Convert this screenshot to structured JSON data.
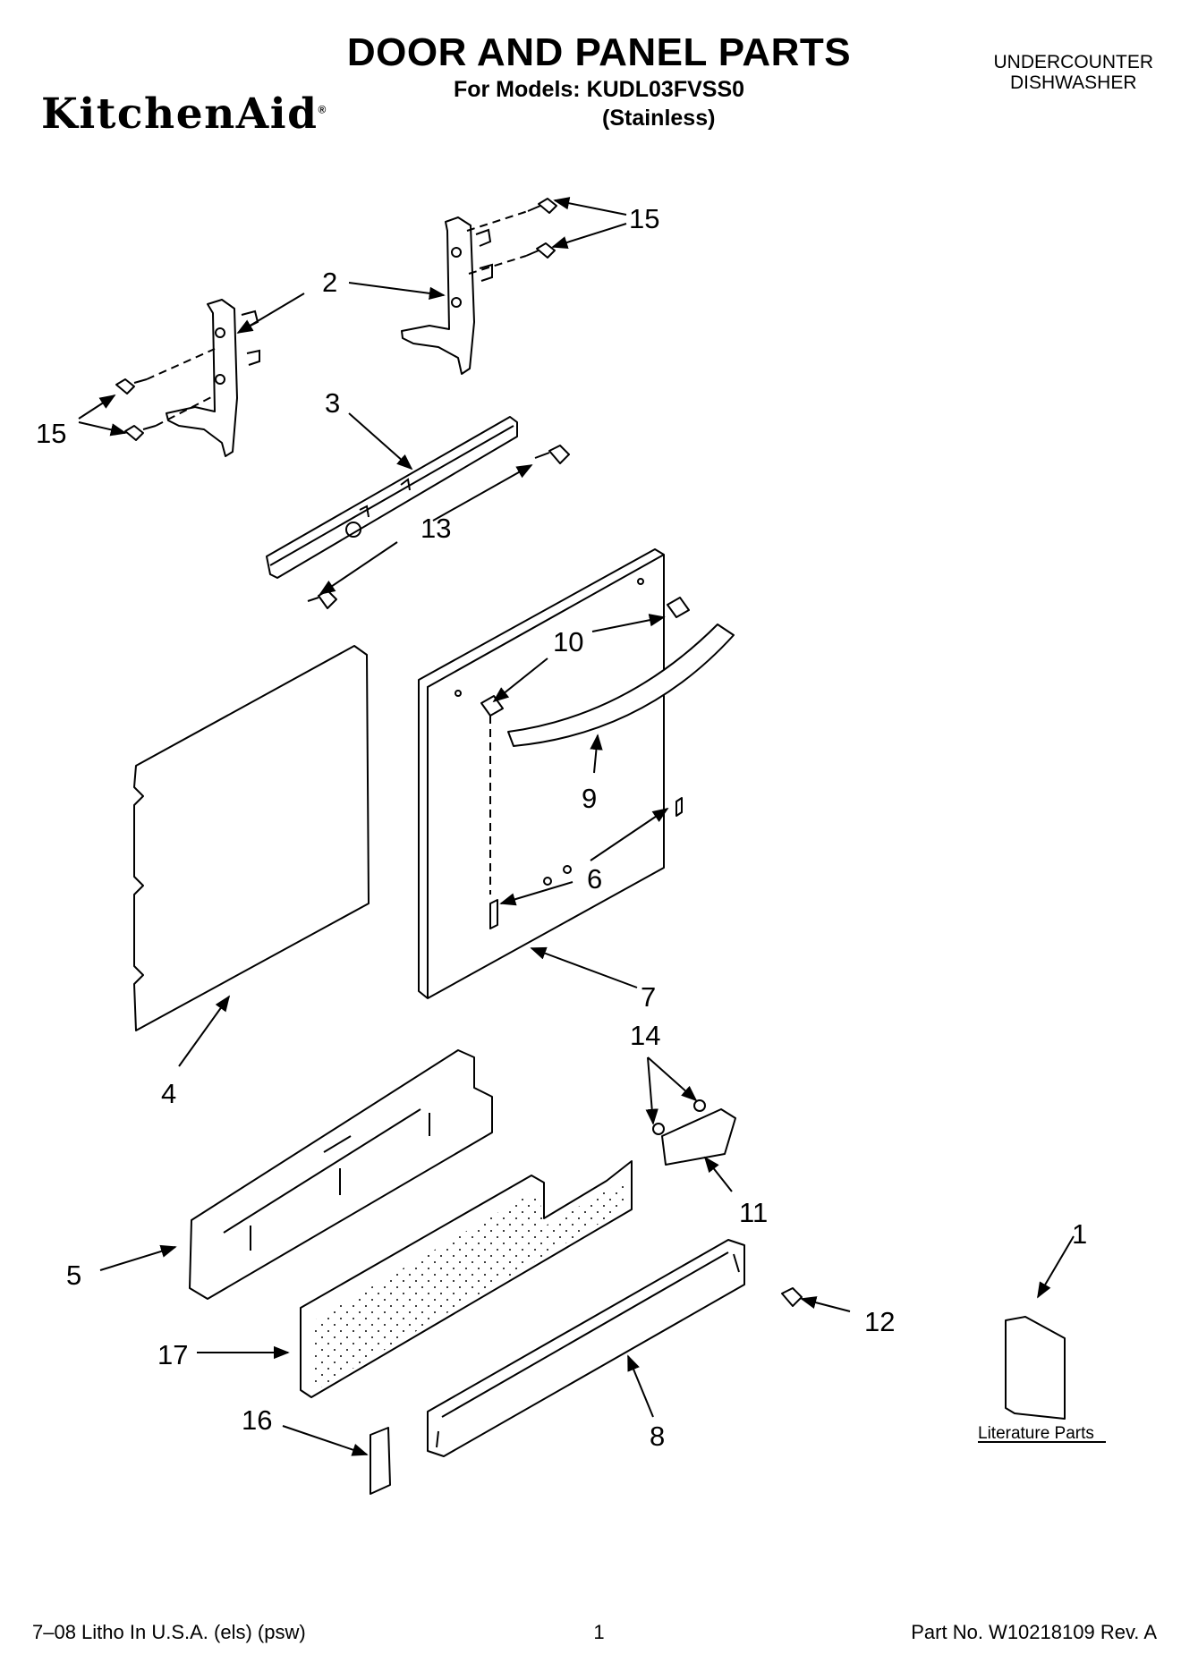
{
  "header": {
    "title": "DOOR AND PANEL PARTS",
    "models": "For Models: KUDL03FVSS0",
    "variant": "(Stainless)",
    "category": [
      "UNDERCOUNTER",
      "DISHWASHER"
    ],
    "brand": "KitchenAid"
  },
  "callouts": [
    "15",
    "2",
    "15",
    "3",
    "13",
    "10",
    "9",
    "6",
    "7",
    "4",
    "14",
    "11",
    "5",
    "1",
    "12",
    "17",
    "16",
    "8"
  ],
  "literature_label": "Literature Parts",
  "footer": {
    "left": "7–08 Litho In U.S.A. (els) (psw)",
    "page": "1",
    "right": "Part No. W10218109 Rev. A"
  }
}
